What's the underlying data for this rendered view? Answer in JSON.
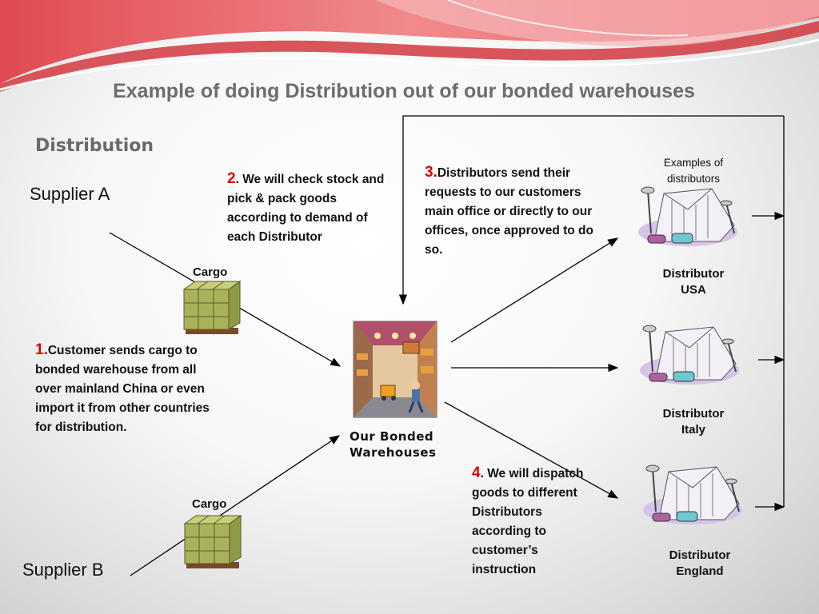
{
  "title": "Example of doing Distribution out of our bonded warehouses",
  "section": "Distribution",
  "suppliers": [
    "Supplier A",
    "Supplier B"
  ],
  "cargo_label": "Cargo",
  "steps": [
    {
      "num": "1",
      "sep": ".",
      "text": "Customer sends cargo to bonded warehouse from all over mainland  China or even import it from other countries for distribution."
    },
    {
      "num": "2",
      "sep": ". ",
      "text": "We will check stock and pick & pack goods according to demand of each Distributor"
    },
    {
      "num": "3",
      "sep": ".",
      "text": "Distributors send their requests to our customers main office or directly to our offices, once approved to do so."
    },
    {
      "num": "4",
      "sep": ". ",
      "text": "We will dispatch goods to different Distributors according to customer’s instruction"
    }
  ],
  "warehouse_label": [
    "Our Bonded",
    "Warehouses"
  ],
  "examples_label": [
    "Examples of",
    "distributors"
  ],
  "distributors": [
    {
      "line1": "Distributor",
      "line2": "USA"
    },
    {
      "line1": "Distributor",
      "line2": "Italy"
    },
    {
      "line1": "Distributor",
      "line2": "England"
    }
  ],
  "colors": {
    "step_number": "#e00000",
    "banner": "#e8585d",
    "title": "#6d6d6d"
  }
}
